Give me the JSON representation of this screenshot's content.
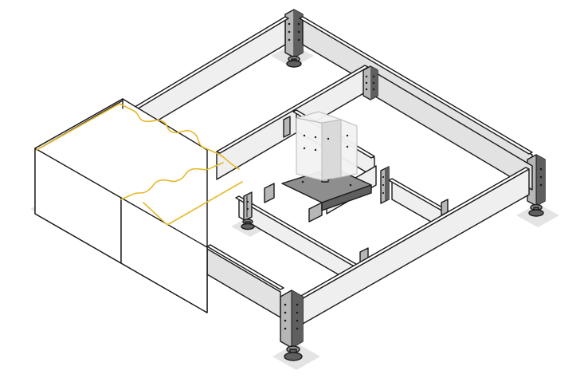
{
  "figure": {
    "accent_color": "#e5b82a",
    "outline_color": "#1a1a1a",
    "metal_color": "#8e8e8e",
    "shadow_color": "#e4e4e4"
  },
  "parts": [
    "bed-frame",
    "corner-leg",
    "center-support-leg",
    "center-rail",
    "cross-slat",
    "connector-plate",
    "headboard-panel",
    "floor-pad"
  ]
}
